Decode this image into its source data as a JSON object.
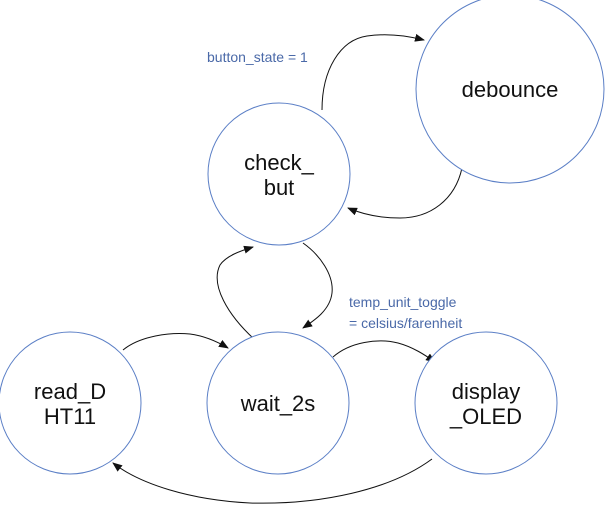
{
  "colors": {
    "state_stroke": "#5b7fc6",
    "edge": "#111111",
    "edge_label": "#4a69a8",
    "state_text": "#111111"
  },
  "states": {
    "debounce": {
      "lines": [
        "debounce"
      ]
    },
    "check_but": {
      "lines": [
        "check_",
        "but"
      ]
    },
    "read_dht11": {
      "lines": [
        "read_D",
        "HT11"
      ]
    },
    "wait_2s": {
      "lines": [
        "wait_2s"
      ]
    },
    "display_oled": {
      "lines": [
        "display",
        "_OLED"
      ]
    }
  },
  "edge_labels": {
    "button_state": "button_state = 1",
    "temp_unit_line1": "temp_unit_toggle",
    "temp_unit_line2": "= celsius/farenheit"
  }
}
